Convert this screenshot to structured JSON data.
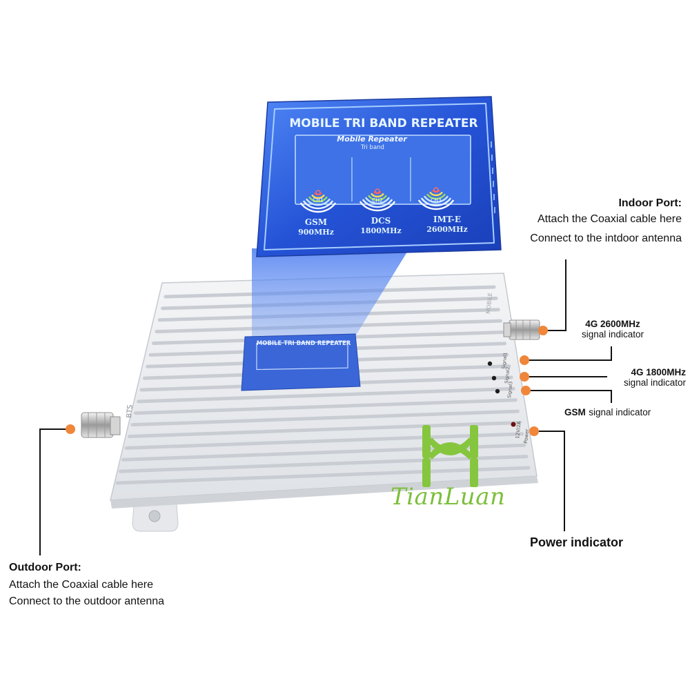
{
  "panel": {
    "title": "MOBILE TRI BAND REPEATER",
    "display_title": "Mobile Repeater",
    "display_sub": "Tri band",
    "channels": [
      {
        "ch": "CH1",
        "band": "GSM",
        "freq": "900MHz"
      },
      {
        "ch": "CH2",
        "band": "DCS",
        "freq": "1800MHz"
      },
      {
        "ch": "CH3",
        "band": "IMT-E",
        "freq": "2600MHz"
      }
    ]
  },
  "device": {
    "mini_panel_title": "MOBILE TRI BAND REPEATER",
    "bts_label": "BTS",
    "mobile_label": "MOBILE",
    "power_rating": "12V/2A",
    "power_label": "Power",
    "signal_labels": [
      "Signal1",
      "Signal2",
      "Signal3"
    ]
  },
  "brand": {
    "name": "TianLuan"
  },
  "callouts": {
    "indoor": {
      "title": "Indoor Port:",
      "line1": "Attach the Coaxial cable here",
      "line2": "Connect to the intdoor antenna"
    },
    "lte2600": {
      "title": "4G 2600MHz",
      "body": "signal indicator"
    },
    "lte1800": {
      "title": "4G 1800MHz",
      "body": "signal indicator"
    },
    "gsm": {
      "title": "GSM",
      "body": "signal indicator"
    },
    "power": {
      "title": "Power indicator"
    },
    "outdoor": {
      "title": "Outdoor Port:",
      "line1": "Attach the Coaxial cable here",
      "line2": "Connect to the outdoor antenna"
    }
  },
  "colors": {
    "panel_blue": "#2f5fd6",
    "callout_dot": "#f0863a",
    "brand_green": "#7cbf3a"
  }
}
